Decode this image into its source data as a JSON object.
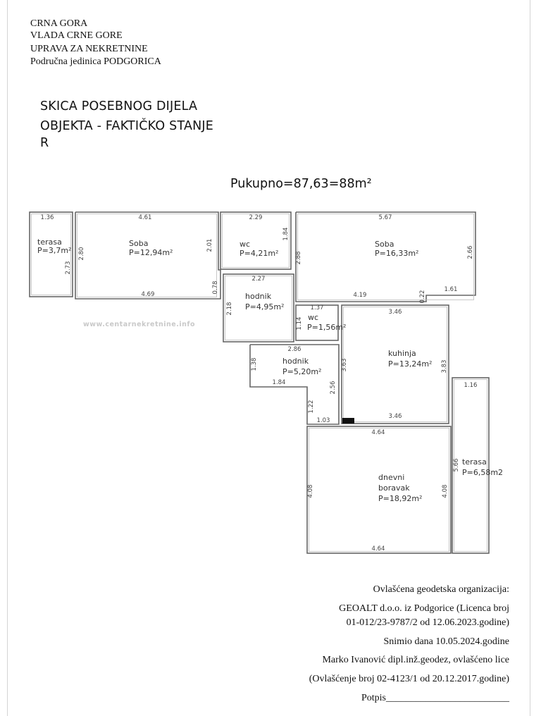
{
  "header": {
    "lines": [
      "CRNA GORA",
      "VLADA CRNE GORE",
      "UPRAVA ZA NEKRETNINE",
      "Područna jedinica PODGORICA"
    ]
  },
  "title": {
    "lines": [
      "SKICA POSEBNOG DIJELA",
      "OBJEKTA - FAKTIČKO STANJE",
      "R"
    ]
  },
  "total": "Pukupno=87,63=88m²",
  "watermark": "www.centarnekretnine.info",
  "rooms": [
    {
      "name": "terasa",
      "area": "P=3,7m²",
      "dims": [
        "1.36",
        "2.73"
      ]
    },
    {
      "name": "Soba",
      "area": "P=12,94m²",
      "dims": [
        "4.61",
        "2.80",
        "2.01",
        "4.69",
        "0.78"
      ]
    },
    {
      "name": "wc",
      "area": "P=4,21m²",
      "dims": [
        "2.29",
        "1.84"
      ]
    },
    {
      "name": "hodnik",
      "area": "P=4,95m²",
      "dims": [
        "2.27",
        "2.18"
      ]
    },
    {
      "name": "Soba",
      "area": "P=16,33m²",
      "dims": [
        "5.67",
        "2.88",
        "2.66",
        "4.19",
        "0.22",
        "1.61"
      ]
    },
    {
      "name": "wc",
      "area": "P=1,56m²",
      "dims": [
        "1.37",
        "1.14"
      ]
    },
    {
      "name": "kuhinja",
      "area": "P=13,24m²",
      "dims": [
        "3.46",
        "3.63",
        "3.83",
        "3.46"
      ]
    },
    {
      "name": "hodnik",
      "area": "P=5,20m²",
      "dims": [
        "2.86",
        "1.38",
        "1.84",
        "2.56",
        "1.22",
        "1.03"
      ]
    },
    {
      "name": "dnevni",
      "name2": "boravak",
      "area": "P=18,92m²",
      "dims": [
        "4.64",
        "4.08",
        "4.08",
        "4.64"
      ]
    },
    {
      "name": "terasa",
      "area": "P=6,58m2",
      "dims": [
        "1.16",
        "5.66"
      ]
    }
  ],
  "footer": {
    "org_label": "Ovlašćena geodetska organizacija:",
    "company_line1": "GEOALT d.o.o. iz Podgorice (Licenca broj",
    "company_line2": "01-012/23-9787/2 od 12.06.2023.godine)",
    "survey_date": "Snimio dana 10.05.2024.godine",
    "surveyor": "Marko Ivanović dipl.inž.geodez,  ovlašćeno lice",
    "authorization": "(Ovlašćenje broj 02-4123/1 od 20.12.2017.godine)",
    "signature_label": "Potpis_________________________"
  }
}
